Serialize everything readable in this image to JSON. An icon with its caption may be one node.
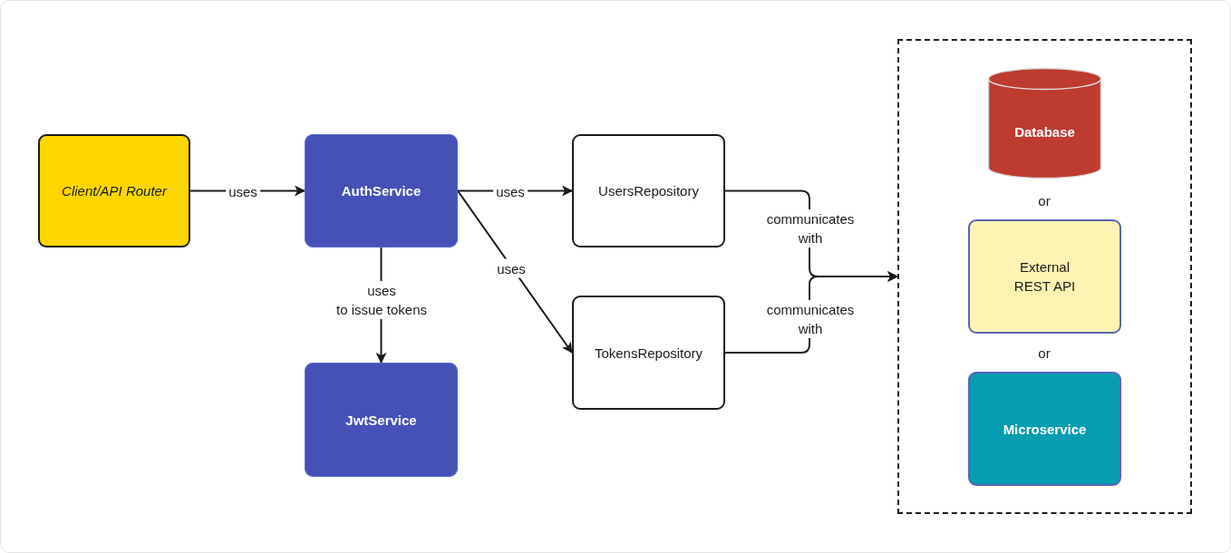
{
  "diagram": {
    "nodes": [
      {
        "text": [
          "Client/API Router"
        ]
      },
      {
        "text": [
          "AuthService"
        ]
      },
      {
        "text": [
          "UsersRepository"
        ]
      },
      {
        "text": [
          "TokensRepository"
        ]
      },
      {
        "text": [
          "JwtService"
        ]
      },
      {
        "text": [],
        "shape": "box"
      },
      {
        "text": [
          "Database"
        ],
        "in": 5
      },
      {
        "text": [
          "External REST API"
        ],
        "in": 5
      },
      {
        "text": [
          "Microservice"
        ],
        "in": 5
      }
    ],
    "edges": [
      {
        "from": 0,
        "to": 1,
        "arrow": "to",
        "label": "uses"
      },
      {
        "from": 1,
        "to": 2,
        "arrow": "to",
        "label": "uses"
      },
      {
        "from": 1,
        "to": 3,
        "arrow": "to",
        "label": "uses"
      },
      {
        "from": 1,
        "to": 4,
        "arrow": "to",
        "label": "uses to issue tokens"
      },
      {
        "from": 2,
        "to": 5,
        "arrow": "to",
        "label": "communicates with"
      },
      {
        "from": 3,
        "to": 5,
        "arrow": "to",
        "label": "communicates with"
      }
    ],
    "labels": [
      "or",
      "or"
    ]
  }
}
